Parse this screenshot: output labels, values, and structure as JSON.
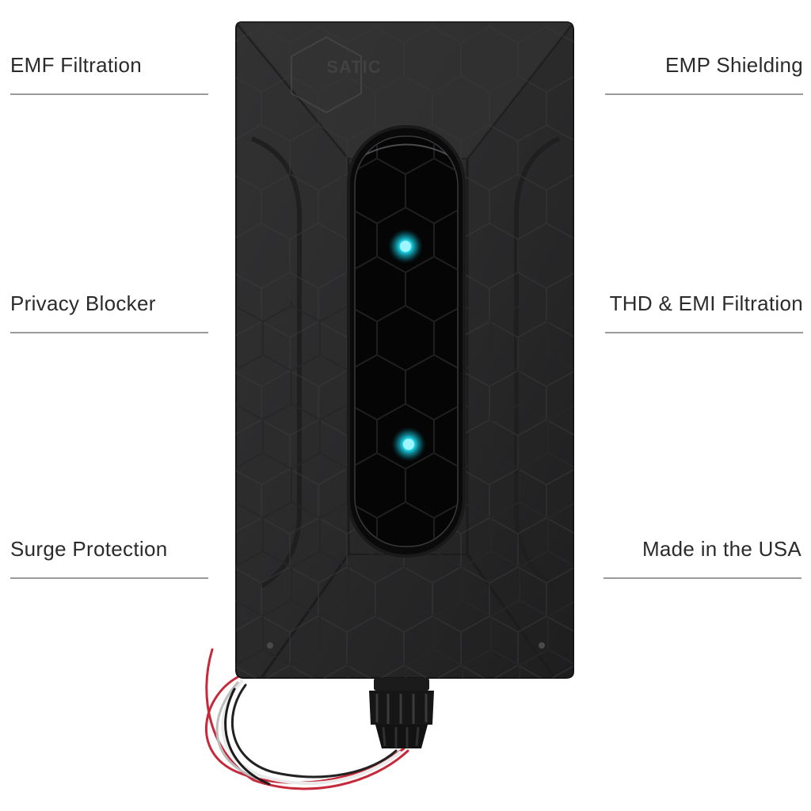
{
  "features": {
    "left": [
      {
        "label": "EMF Filtration"
      },
      {
        "label": "Privacy Blocker"
      },
      {
        "label": "Surge Protection"
      }
    ],
    "right": [
      {
        "label": "EMP Shielding"
      },
      {
        "label": "THD & EMI Filtration"
      },
      {
        "label": "Made in the USA"
      }
    ]
  },
  "product": {
    "brand_logo": "SATIC",
    "body_color": "#2a2a2b",
    "indicator_color": "#1fd3e6",
    "indicator_count": 2
  }
}
